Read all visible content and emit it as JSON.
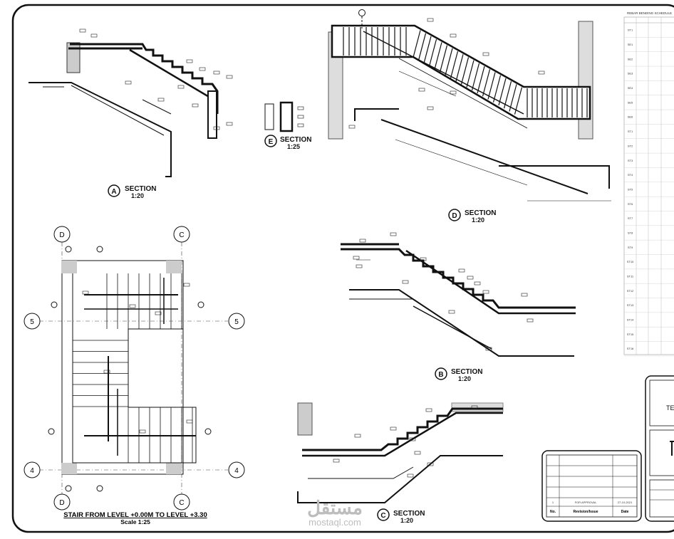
{
  "sections": {
    "A": {
      "letter": "A",
      "title": "SECTION",
      "scale": "1:20"
    },
    "B": {
      "letter": "B",
      "title": "SECTION",
      "scale": "1:20"
    },
    "C": {
      "letter": "C",
      "title": "SECTION",
      "scale": "1:20"
    },
    "D": {
      "letter": "D",
      "title": "SECTION",
      "scale": "1:20"
    },
    "E": {
      "letter": "E",
      "title": "SECTION",
      "scale": "1:25"
    }
  },
  "plan": {
    "title": "STAIR FROM LEVEL +0.00M TO LEVEL +3.30",
    "scale": "Scale 1:25",
    "grid_top": [
      "D",
      "C"
    ],
    "grid_bottom": [
      "D",
      "C"
    ],
    "grid_left": [
      "5",
      "4"
    ],
    "grid_right": [
      "5",
      "4"
    ]
  },
  "schedule": {
    "title": "REBAR BENDING SCHEDULE",
    "row_ids": [
      "ST1",
      "SE1",
      "SE2",
      "SE3",
      "SE4",
      "SE5",
      "SE6",
      "ST1",
      "ST2",
      "ST3",
      "ST4",
      "ST5",
      "ST6",
      "ST7",
      "ST8",
      "ST9",
      "ST10",
      "ST11",
      "ST12",
      "ST13",
      "ST14",
      "ST15",
      "ST16"
    ]
  },
  "revision": {
    "no_header": "No.",
    "rev_header": "Revision/Issue",
    "date_header": "Date",
    "entry_no": "1",
    "entry_rev": "FOR APPROVAL",
    "entry_date": "27-10-2021"
  },
  "title_block": {
    "partial_text": "TE"
  },
  "watermark": {
    "arabic": "مستقل",
    "site": "mostaql.com"
  }
}
